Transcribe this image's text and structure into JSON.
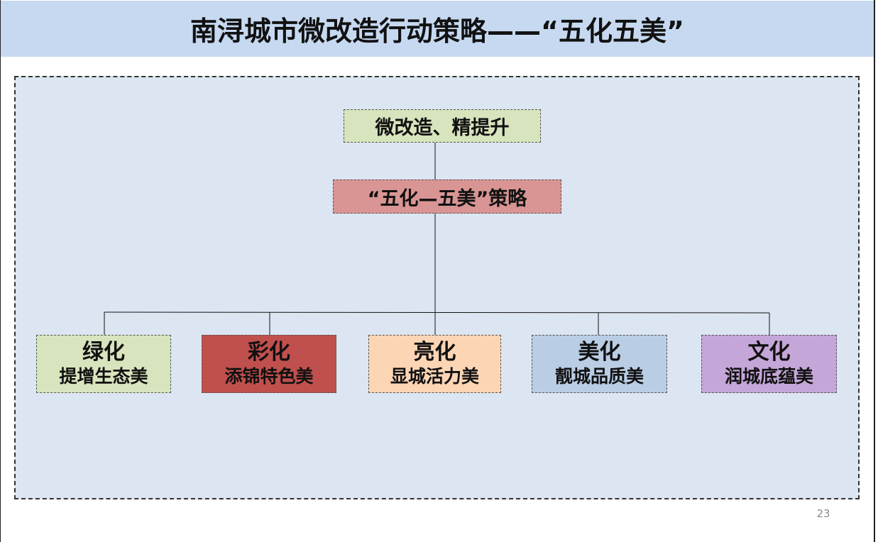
{
  "title": "南浔城市微改造行动策略——“五化五美”",
  "root_node": "微改造、精提升",
  "strategy_node": "“五化—五美”策略",
  "leaves": [
    {
      "main": "绿化",
      "sub": "提增生态美",
      "color": "#d7e4bd"
    },
    {
      "main": "彩化",
      "sub": "添锦特色美",
      "color": "#c0504d"
    },
    {
      "main": "亮化",
      "sub": "显城活力美",
      "color": "#fcd5b4"
    },
    {
      "main": "美化",
      "sub": "靓城品质美",
      "color": "#b9cde5"
    },
    {
      "main": "文化",
      "sub": "润城底蕴美",
      "color": "#c5a6d9"
    }
  ],
  "page_number": "23",
  "colors": {
    "title_bar": "#c6d9f1",
    "canvas": "#dce6f2",
    "root_node": "#d7e4bd",
    "strategy_node": "#d99594"
  }
}
